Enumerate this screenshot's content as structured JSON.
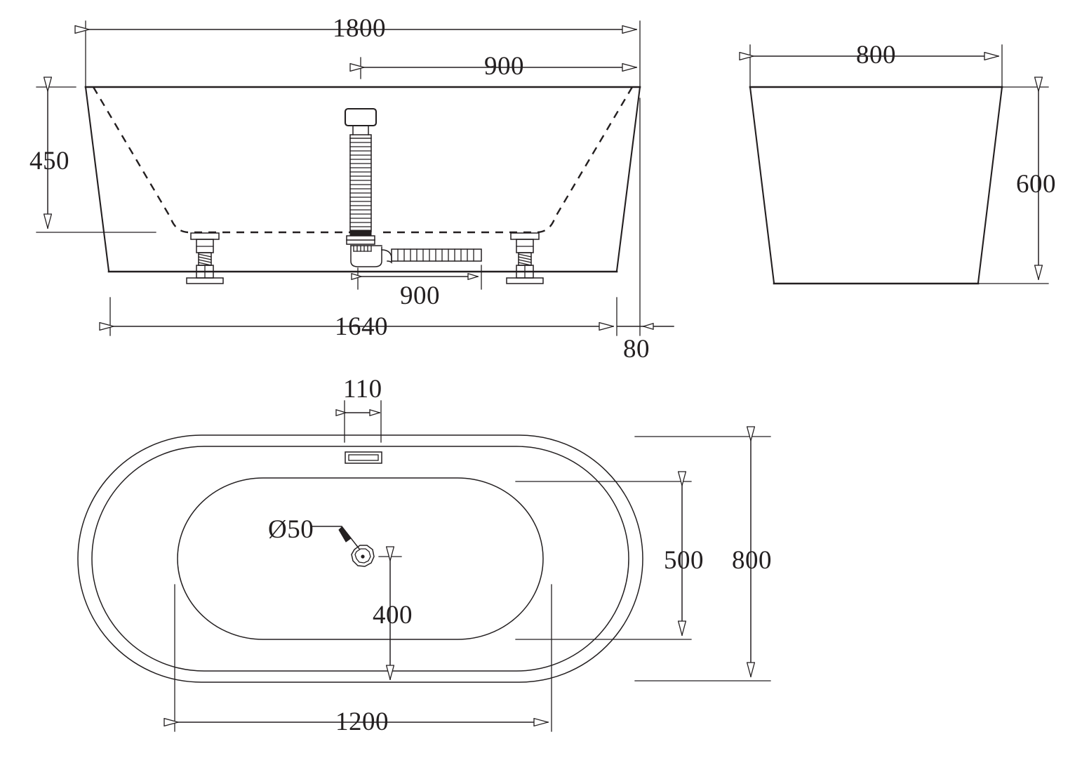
{
  "drawing": {
    "title": "Freestanding Bathtub Technical Drawing",
    "units": "mm",
    "line_color": "#231f20",
    "background_color": "#ffffff"
  },
  "views": {
    "front_elevation": {
      "name": "front-elevation-view",
      "dimensions": {
        "overall_width": "1800",
        "drain_offset_from_right": "900",
        "height": "450",
        "base_width": "1640",
        "waste_pipe_run": "900",
        "rim_overhang": "80"
      }
    },
    "side_elevation": {
      "name": "side-elevation-view",
      "dimensions": {
        "width": "800",
        "height": "600"
      }
    },
    "plan": {
      "name": "plan-view",
      "dimensions": {
        "overflow_slot_width": "110",
        "drain_diameter": "Ø50",
        "drain_offset_y": "400",
        "inner_width": "500",
        "overall_width": "800",
        "inner_length": "1200"
      }
    }
  },
  "labels": {
    "d1800": "1800",
    "d900_top": "900",
    "d450": "450",
    "d1640": "1640",
    "d900_bottom": "900",
    "d80": "80",
    "d800_side": "800",
    "d600": "600",
    "d110": "110",
    "d50": "Ø50",
    "d400": "400",
    "d500": "500",
    "d800_plan": "800",
    "d1200": "1200"
  }
}
